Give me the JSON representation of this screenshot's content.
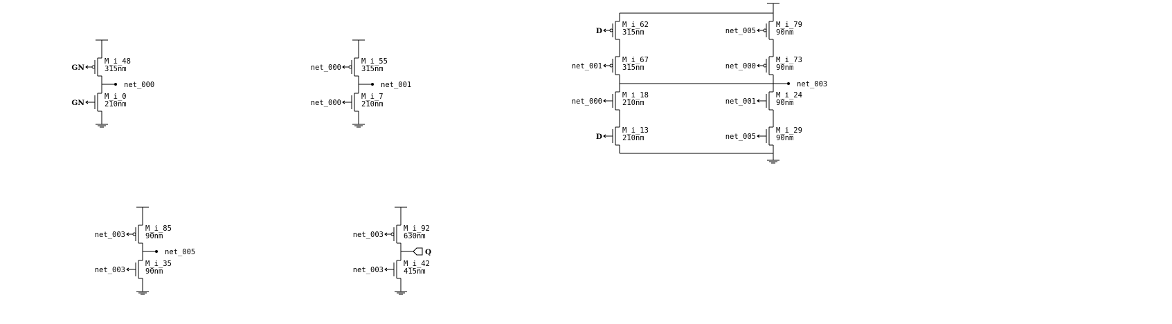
{
  "title": "",
  "cells": [
    {
      "id": "inv1",
      "type": "stage",
      "output": "net_000",
      "output_kind": "dot",
      "pmos": {
        "name": "M_i_48",
        "width": "315nm",
        "gate": "GN",
        "gate_bold": true
      },
      "nmos": {
        "name": "M_i_0",
        "width": "210nm",
        "gate": "GN",
        "gate_bold": true
      }
    },
    {
      "id": "inv2",
      "type": "stage",
      "output": "net_001",
      "output_kind": "dot",
      "pmos": {
        "name": "M_i_55",
        "width": "315nm",
        "gate": "net_000",
        "gate_bold": false
      },
      "nmos": {
        "name": "M_i_7",
        "width": "210nm",
        "gate": "net_000",
        "gate_bold": false
      }
    },
    {
      "id": "inv3",
      "type": "stage",
      "output": "net_005",
      "output_kind": "dot",
      "pmos": {
        "name": "M_i_85",
        "width": "90nm",
        "gate": "net_003",
        "gate_bold": false
      },
      "nmos": {
        "name": "M_i_35",
        "width": "90nm",
        "gate": "net_003",
        "gate_bold": false
      }
    },
    {
      "id": "inv4",
      "type": "stage",
      "output": "Q",
      "output_kind": "port",
      "pmos": {
        "name": "M_i_92",
        "width": "630nm",
        "gate": "net_003",
        "gate_bold": false
      },
      "nmos": {
        "name": "M_i_42",
        "width": "415nm",
        "gate": "net_003",
        "gate_bold": false
      }
    },
    {
      "id": "latch",
      "type": "latch",
      "output": "net_003",
      "left": [
        {
          "name": "M_i_62",
          "width": "315nm",
          "gate": "D",
          "gate_bold": true,
          "kind": "p"
        },
        {
          "name": "M_i_67",
          "width": "315nm",
          "gate": "net_001",
          "gate_bold": false,
          "kind": "p"
        },
        {
          "name": "M_i_18",
          "width": "210nm",
          "gate": "net_000",
          "gate_bold": false,
          "kind": "n"
        },
        {
          "name": "M_i_13",
          "width": "210nm",
          "gate": "D",
          "gate_bold": true,
          "kind": "n"
        }
      ],
      "right": [
        {
          "name": "M_i_79",
          "width": "90nm",
          "gate": "net_005",
          "gate_bold": false,
          "kind": "p"
        },
        {
          "name": "M_i_73",
          "width": "90nm",
          "gate": "net_000",
          "gate_bold": false,
          "kind": "p"
        },
        {
          "name": "M_i_24",
          "width": "90nm",
          "gate": "net_001",
          "gate_bold": false,
          "kind": "n"
        },
        {
          "name": "M_i_29",
          "width": "90nm",
          "gate": "net_005",
          "gate_bold": false,
          "kind": "n"
        }
      ]
    }
  ]
}
